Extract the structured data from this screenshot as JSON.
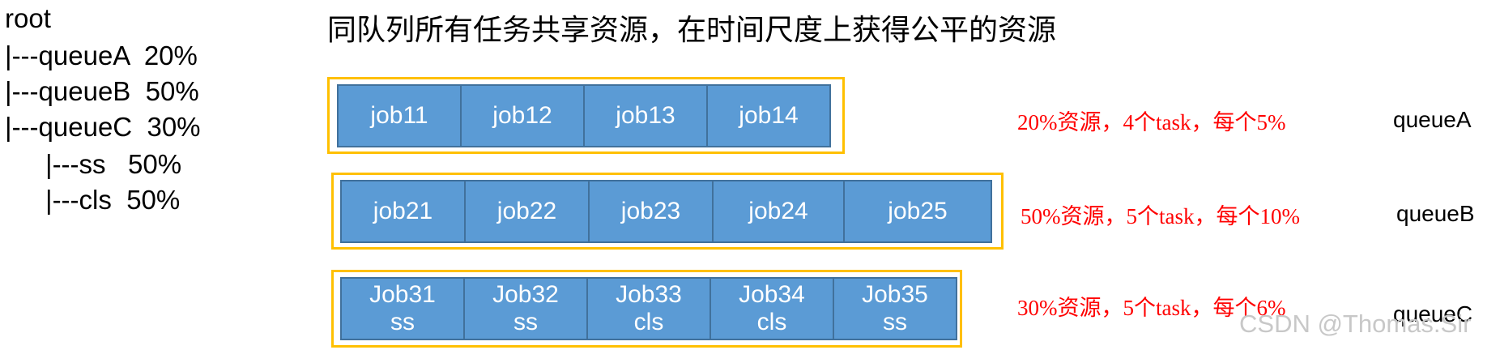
{
  "tree": {
    "root": "root",
    "queue_a": "|---queueA  20%",
    "queue_b": "|---queueB  50%",
    "queue_c": "|---queueC  30%",
    "ss": "|---ss   50%",
    "cls": "|---cls  50%"
  },
  "heading": "同队列所有任务共享资源，在时间尺度上获得公平的资源",
  "queues": [
    {
      "jobs": [
        {
          "line1": "job11",
          "line2": ""
        },
        {
          "line1": "job12",
          "line2": ""
        },
        {
          "line1": "job13",
          "line2": ""
        },
        {
          "line1": "job14",
          "line2": ""
        }
      ],
      "description": "20%资源，4个task，每个5%",
      "name": "queueA"
    },
    {
      "jobs": [
        {
          "line1": "job21",
          "line2": ""
        },
        {
          "line1": "job22",
          "line2": ""
        },
        {
          "line1": "job23",
          "line2": ""
        },
        {
          "line1": "job24",
          "line2": ""
        },
        {
          "line1": "job25",
          "line2": ""
        }
      ],
      "description": "50%资源，5个task，每个10%",
      "name": "queueB"
    },
    {
      "jobs": [
        {
          "line1": "Job31",
          "line2": "ss"
        },
        {
          "line1": "Job32",
          "line2": "ss"
        },
        {
          "line1": "Job33",
          "line2": "cls"
        },
        {
          "line1": "Job34",
          "line2": "cls"
        },
        {
          "line1": "Job35",
          "line2": "ss"
        }
      ],
      "description": "30%资源，5个task，每个6%",
      "name": "queueC"
    }
  ],
  "watermark": "CSDN @Thomas.Sir",
  "colors": {
    "frame": "#FFC000",
    "job_fill": "#5B9BD5",
    "job_border": "#41719C",
    "description_text": "#FF0000"
  }
}
